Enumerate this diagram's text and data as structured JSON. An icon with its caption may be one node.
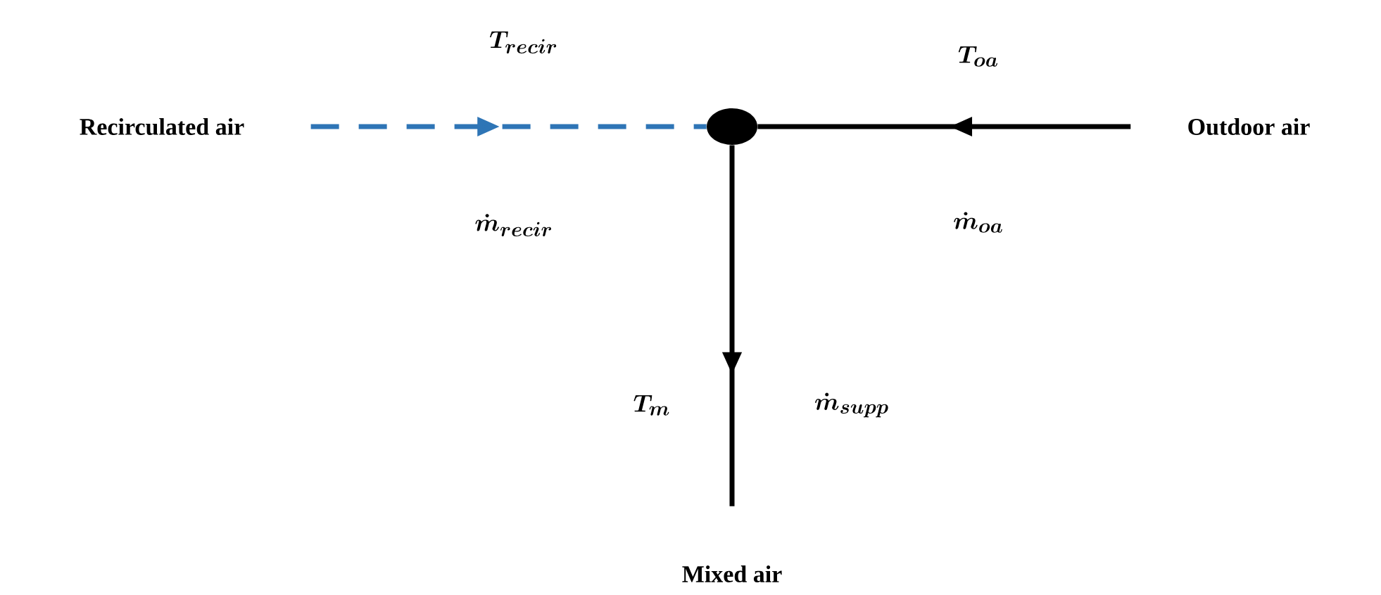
{
  "diagram": {
    "nodes": [
      {
        "text": [
          "Recirculated air"
        ]
      },
      {
        "text": [],
        "shape": "circle"
      },
      {
        "text": [
          "Outdoor air"
        ]
      },
      {
        "text": [
          "Mixed air"
        ]
      }
    ],
    "edges": [
      {
        "from": 0,
        "to": 1,
        "arrow": "to",
        "style": "dashed",
        "color": "#2e75b6"
      },
      {
        "from": 2,
        "to": 1,
        "arrow": "to"
      },
      {
        "from": 1,
        "to": 3,
        "arrow": "to"
      }
    ],
    "labels": [
      "T_{recir}",
      "T_{oa}",
      "\\dot{m}_{recir}",
      "\\dot{m}_{oa}",
      "T_{m}",
      "\\dot{m}_{supp}"
    ]
  }
}
